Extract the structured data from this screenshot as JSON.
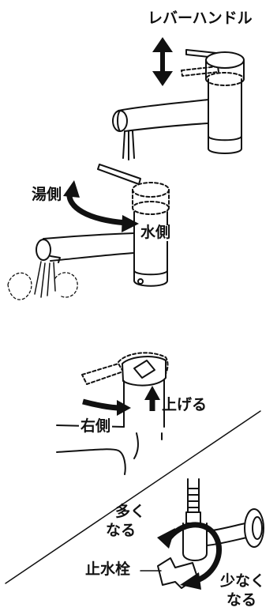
{
  "labels": {
    "lever_handle": "レバーハンドル",
    "hot_side": "湯側",
    "cold_side": "水側",
    "raise": "上げる",
    "right_side": "右側",
    "more_line1": "多く",
    "more_line2": "なる",
    "stop_valve": "止水栓",
    "less_line1": "少なく",
    "less_line2": "なる"
  }
}
